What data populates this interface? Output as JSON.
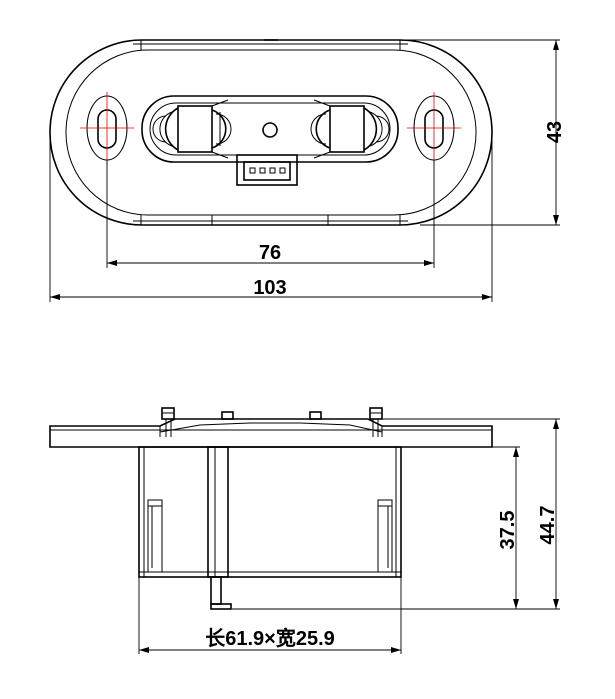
{
  "top_view": {
    "dims": {
      "inner_width": "76",
      "outer_width": "103",
      "height": "43"
    }
  },
  "side_view": {
    "dims": {
      "body_height": "37.5",
      "total_height": "44.7",
      "cutout": "长61.9×宽25.9"
    }
  }
}
